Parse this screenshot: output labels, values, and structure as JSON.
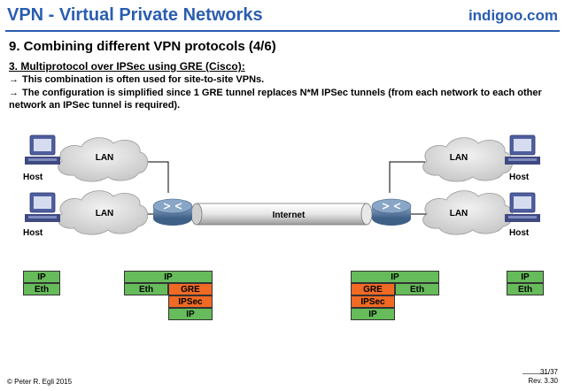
{
  "header": {
    "title": "VPN - Virtual Private Networks",
    "brand": "indigoo.com"
  },
  "slide": {
    "title": "9. Combining different VPN protocols (4/6)",
    "subtitle": "3. Multiprotocol over IPSec using GRE (Cisco):",
    "bullets": [
      "This combination is often used for site-to-site VPNs.",
      "The configuration is simplified since 1 GRE tunnel replaces N*M IPSec tunnels (from each network to each other network an IPSec tunnel is required)."
    ],
    "arrow_glyph": "→"
  },
  "diagram": {
    "left_hosts": [
      "Host",
      "Host"
    ],
    "right_hosts": [
      "Host",
      "Host"
    ],
    "left_lans": [
      "LAN",
      "LAN"
    ],
    "right_lans": [
      "LAN",
      "LAN"
    ],
    "internet_label": "Internet",
    "stacks": {
      "host_left": {
        "top": "IP",
        "bottom": "Eth"
      },
      "router_left": {
        "ip": "IP",
        "eth": "Eth",
        "gre": "GRE",
        "ipsec": "IPSec",
        "ip_bottom": "IP"
      },
      "router_right": {
        "ip": "IP",
        "gre": "GRE",
        "eth": "Eth",
        "ipsec": "IPSec",
        "ip_bottom": "IP"
      },
      "host_right": {
        "top": "IP",
        "bottom": "Eth"
      }
    },
    "colors": {
      "green": "#66bb5a",
      "orange": "#f06a24",
      "router": "#5d7ea5",
      "cloud": "#d9d9d9",
      "monitor": "#4f5f9f"
    }
  },
  "footer": {
    "copyright": "© Peter R. Egli 2015",
    "page": "31/37",
    "revision": "Rev. 3.30"
  }
}
